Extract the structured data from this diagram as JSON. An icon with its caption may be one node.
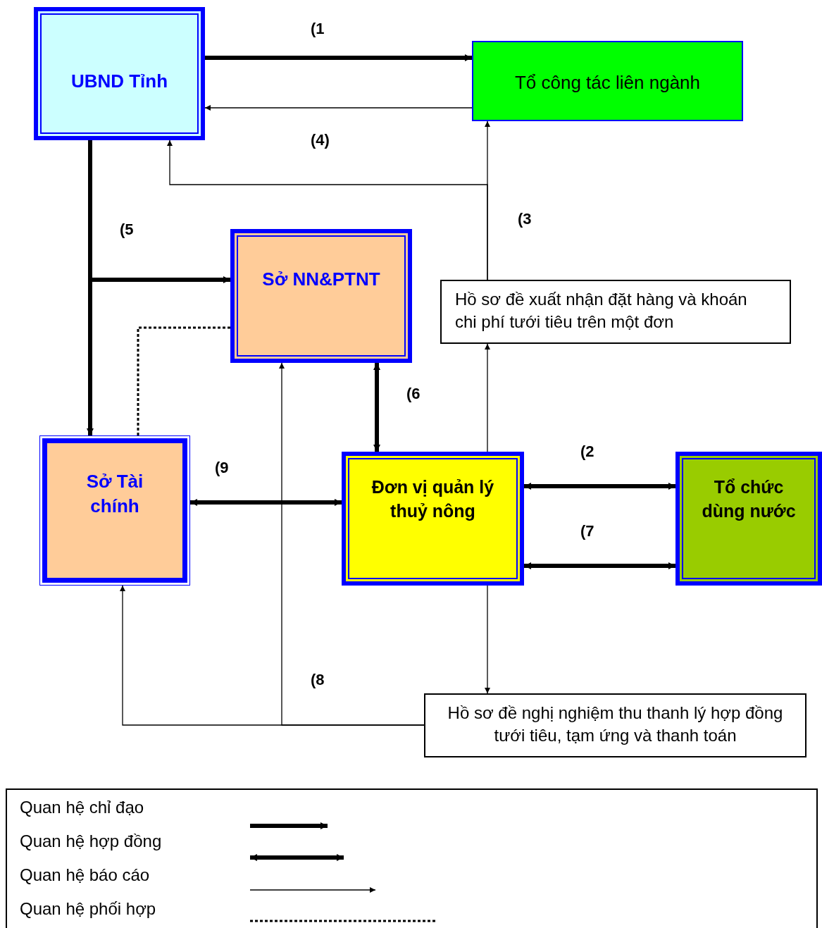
{
  "diagram": {
    "nodes": [
      {
        "text": [
          "UBND Tỉnh"
        ]
      },
      {
        "text": [
          "Tổ công tác liên ngành"
        ]
      },
      {
        "text": [
          "Sở NN&PTNT"
        ]
      },
      {
        "text": [
          "Hồ sơ đề xuất nhận đặt hàng và khoán chi phí tưới tiêu trên một đơn"
        ]
      },
      {
        "text": [
          "Sở Tài chính"
        ]
      },
      {
        "text": [
          "Đơn vị quản lý thuỷ nông"
        ]
      },
      {
        "text": [
          "Tổ chức dùng nước"
        ]
      },
      {
        "text": [
          "Hồ sơ đề nghị nghiệm thu thanh lý hợp đồng tưới tiêu, tạm ứng và thanh toán"
        ]
      }
    ],
    "edges": [
      {
        "from": 0,
        "to": 1,
        "arrow": "to",
        "style": "thick"
      },
      {
        "from": 1,
        "to": 0,
        "arrow": "to"
      },
      {
        "from": 3,
        "to": 0,
        "arrow": "to"
      },
      {
        "from": 3,
        "to": 1,
        "arrow": "to"
      },
      {
        "from": 0,
        "to": 2,
        "arrow": "to",
        "style": "thick"
      },
      {
        "from": 0,
        "to": 4,
        "arrow": "to",
        "style": "thick"
      },
      {
        "from": 2,
        "to": 4,
        "arrow": "none",
        "style": "dashed"
      },
      {
        "from": 2,
        "to": 5,
        "arrow": "both",
        "style": "thick"
      },
      {
        "from": 4,
        "to": 5,
        "arrow": "both",
        "style": "thick"
      },
      {
        "from": 5,
        "to": 3,
        "arrow": "to"
      },
      {
        "from": 5,
        "to": 6,
        "arrow": "both",
        "style": "thick"
      },
      {
        "from": 5,
        "to": 6,
        "arrow": "both",
        "style": "thick"
      },
      {
        "from": 5,
        "to": 7,
        "arrow": "to"
      },
      {
        "from": 7,
        "to": 4,
        "arrow": "to"
      },
      {
        "from": 7,
        "to": 2,
        "arrow": "to"
      }
    ],
    "labels": [
      "(1",
      "(4)",
      "(5",
      "(3",
      "(6",
      "(2",
      "(9",
      "(7",
      "(8"
    ],
    "legend": [
      {
        "text": "Quan hệ chỉ đạo"
      },
      {
        "text": "Quan hệ hợp đồng"
      },
      {
        "text": "Quan hệ báo cáo"
      },
      {
        "text": "Quan hệ phối hợp"
      }
    ]
  }
}
